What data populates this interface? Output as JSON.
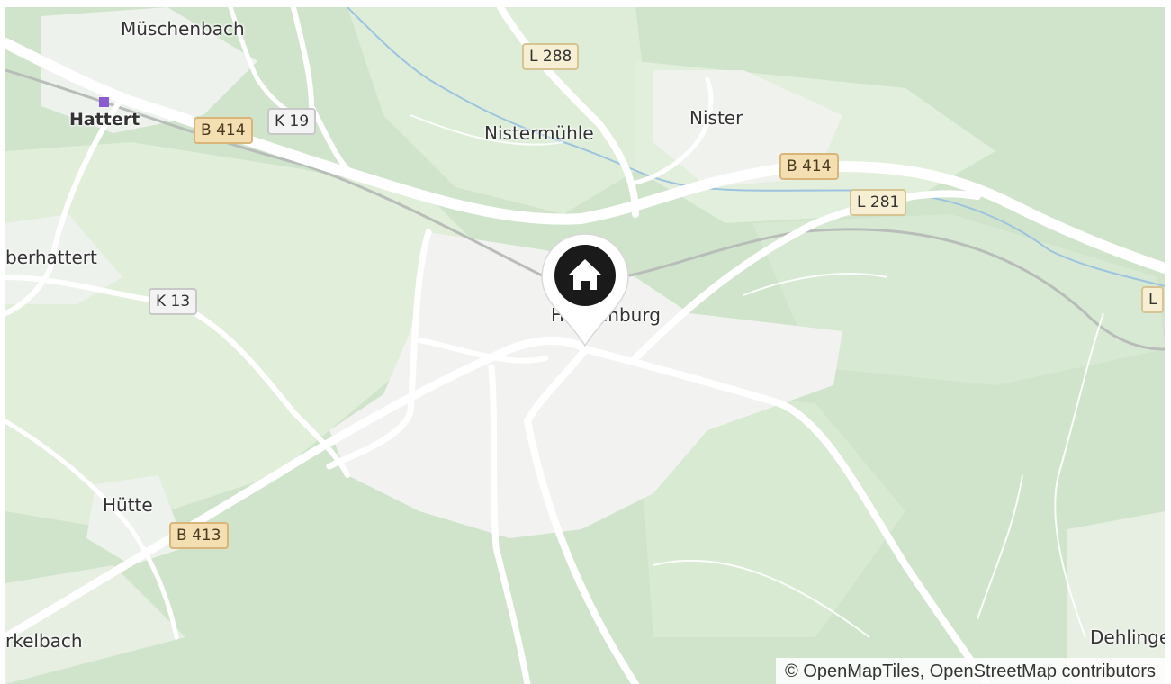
{
  "places": [
    {
      "id": "mueschenbach",
      "label": "Müschenbach"
    },
    {
      "id": "hattert",
      "label": "Hattert"
    },
    {
      "id": "nistermuehle",
      "label": "Nistermühle"
    },
    {
      "id": "nister",
      "label": "Nister"
    },
    {
      "id": "oberhattert",
      "label": "berhattert"
    },
    {
      "id": "huette",
      "label": "Hütte"
    },
    {
      "id": "town",
      "label": "Hachenburg"
    },
    {
      "id": "merkelbach",
      "label": "rkelbach"
    },
    {
      "id": "dehlingen",
      "label": "Dehlinge"
    }
  ],
  "roads": [
    {
      "id": "l288",
      "label": "L 288"
    },
    {
      "id": "b414a",
      "label": "B 414"
    },
    {
      "id": "k19",
      "label": "K 19"
    },
    {
      "id": "b414b",
      "label": "B 414"
    },
    {
      "id": "l281",
      "label": "L 281"
    },
    {
      "id": "k13",
      "label": "K 13"
    },
    {
      "id": "b413",
      "label": "B 413"
    },
    {
      "id": "l_edge",
      "label": "L"
    }
  ],
  "marker": {
    "icon": "home-icon",
    "color": "#1a1a1a"
  },
  "attribution": "© OpenMapTiles, OpenStreetMap contributors",
  "colors": {
    "forest": "#cfe4cb",
    "meadow": "#e3efdc",
    "urban": "#f3f3f3",
    "water": "#9cc4e0",
    "road": "#ffffff"
  }
}
